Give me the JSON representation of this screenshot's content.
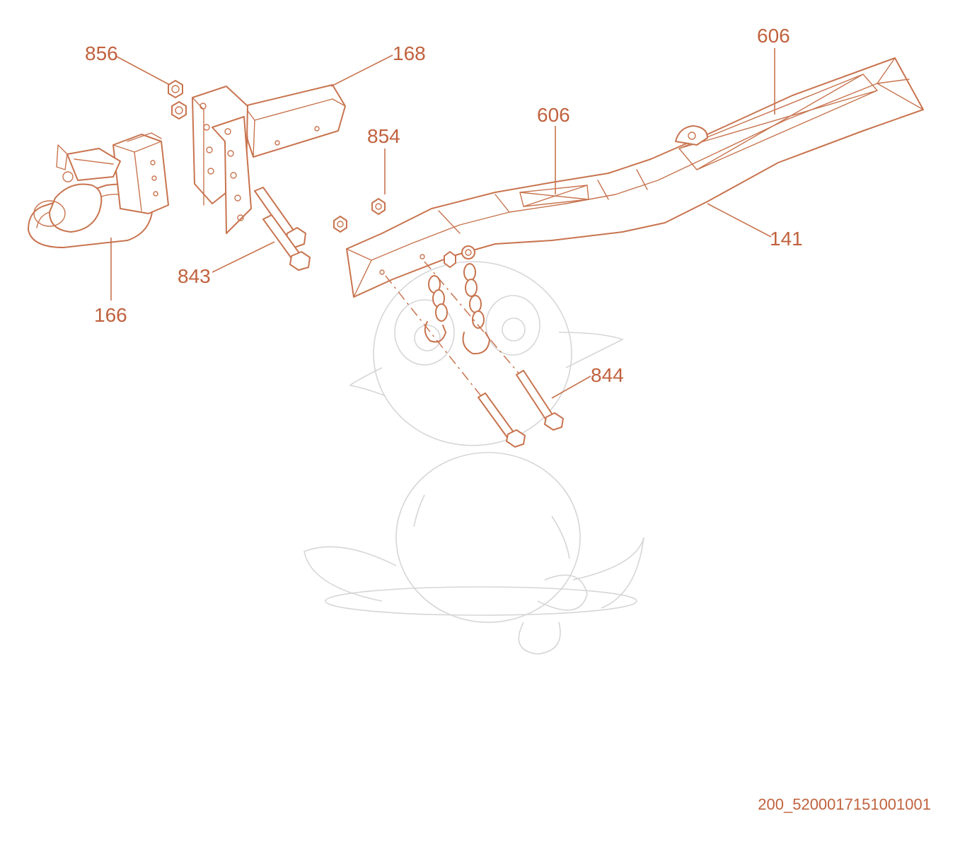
{
  "diagram": {
    "colors": {
      "line": "#c8744f",
      "text": "#c0623e",
      "watermark": "#d6d6d6"
    },
    "callouts": {
      "c856": "856",
      "c168": "168",
      "c606a": "606",
      "c606b": "606",
      "c854": "854",
      "c141": "141",
      "c843": "843",
      "c166": "166",
      "c844": "844"
    },
    "reference_code": "200_5200017151001001"
  }
}
